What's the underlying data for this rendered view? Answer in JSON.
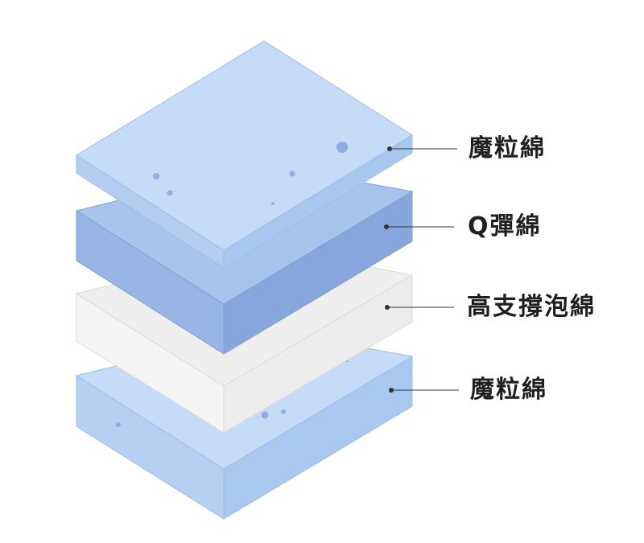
{
  "layers": [
    {
      "label": "魔粒綿",
      "top_color": "#c6dcf6",
      "left_color": "#b4cdf1",
      "right_color": "#a9c6ef",
      "edge_color": "#9bbcec",
      "dot_color": "#8eaee3"
    },
    {
      "label": "Q彈綿",
      "top_color": "#a8c3ec",
      "left_color": "#98b5e6",
      "right_color": "#86a6dc",
      "edge_color": "#7f9fd6",
      "dot_color": "#7896d3"
    },
    {
      "label": "高支撐泡綿",
      "top_color": "#eeeeee",
      "left_color": "#f4f4f4",
      "right_color": "#ececec",
      "edge_color": "#d9d9d9",
      "dot_color": "#cccccc"
    },
    {
      "label": "魔粒綿",
      "top_color": "#c6dcf6",
      "left_color": "#b6cff2",
      "right_color": "#aac7f0",
      "edge_color": "#9bbcec",
      "dot_color": "#8eaee3"
    }
  ],
  "leader_color": "#333333"
}
